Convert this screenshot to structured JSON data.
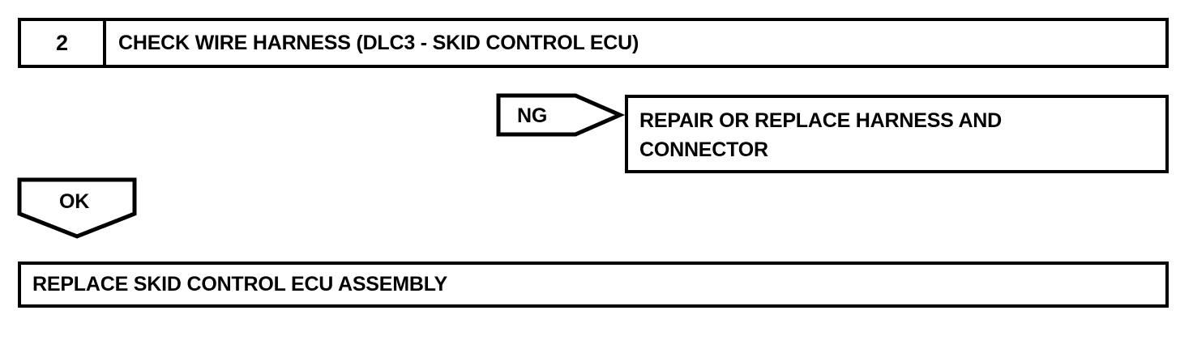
{
  "diagram": {
    "type": "troubleshooting-flowchart",
    "colors": {
      "line": "#000000",
      "background": "#ffffff",
      "text": "#000000"
    },
    "step": {
      "number": "2",
      "title": "CHECK WIRE HARNESS (DLC3 - SKID CONTROL ECU)"
    },
    "branches": {
      "ng": {
        "label": "NG",
        "shape": "right-pointing-pentagon",
        "outcome": {
          "line1": "REPAIR OR REPLACE HARNESS AND",
          "line2": "CONNECTOR"
        }
      },
      "ok": {
        "label": "OK",
        "shape": "down-pointing-pentagon",
        "outcome": {
          "line1": "REPLACE SKID CONTROL ECU ASSEMBLY"
        }
      }
    }
  }
}
